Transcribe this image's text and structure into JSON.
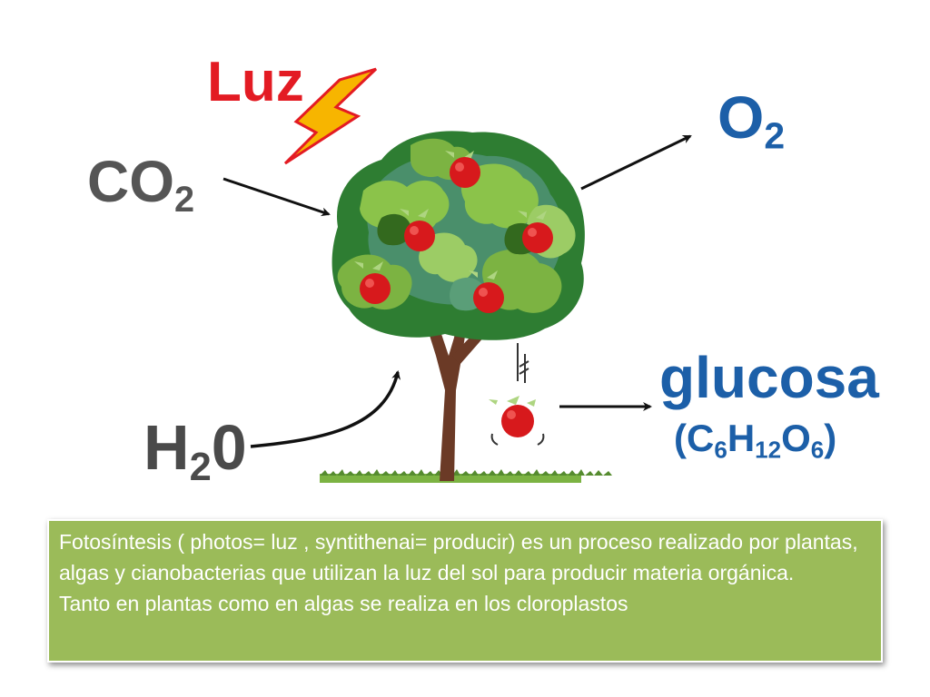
{
  "labels": {
    "luz": "Luz",
    "co2_main": "CO",
    "co2_sub": "2",
    "o2_main": "O",
    "o2_sub": "2",
    "h2o_h": "H",
    "h2o_sub": "2",
    "h2o_o": "0",
    "glucosa": "glucosa",
    "formula": {
      "open": "(C",
      "c_sub": "6",
      "h": "H",
      "h_sub": "12",
      "o": "O",
      "o_sub": "6",
      "close": ")"
    }
  },
  "caption": {
    "line1": "Fotosíntesis ( photos= luz , syntithenai= producir) es un proceso realizado por plantas, algas y cianobacterias que utilizan la luz del sol para producir materia orgánica.",
    "line2": "Tanto en plantas como en algas se realiza en los cloroplastos"
  },
  "colors": {
    "luz": "#e31b23",
    "co2": "#555555",
    "o2": "#1c5fa8",
    "h2o": "#4a4a4a",
    "glucosa": "#1c5fa8",
    "caption_bg": "#9bbb59",
    "lightning": "#f7b500",
    "apple": "#d7191c",
    "trunk": "#6b3a26"
  },
  "icons": [
    "lightning-bolt-icon",
    "tree-icon",
    "apple-icon",
    "arrow-icon"
  ]
}
